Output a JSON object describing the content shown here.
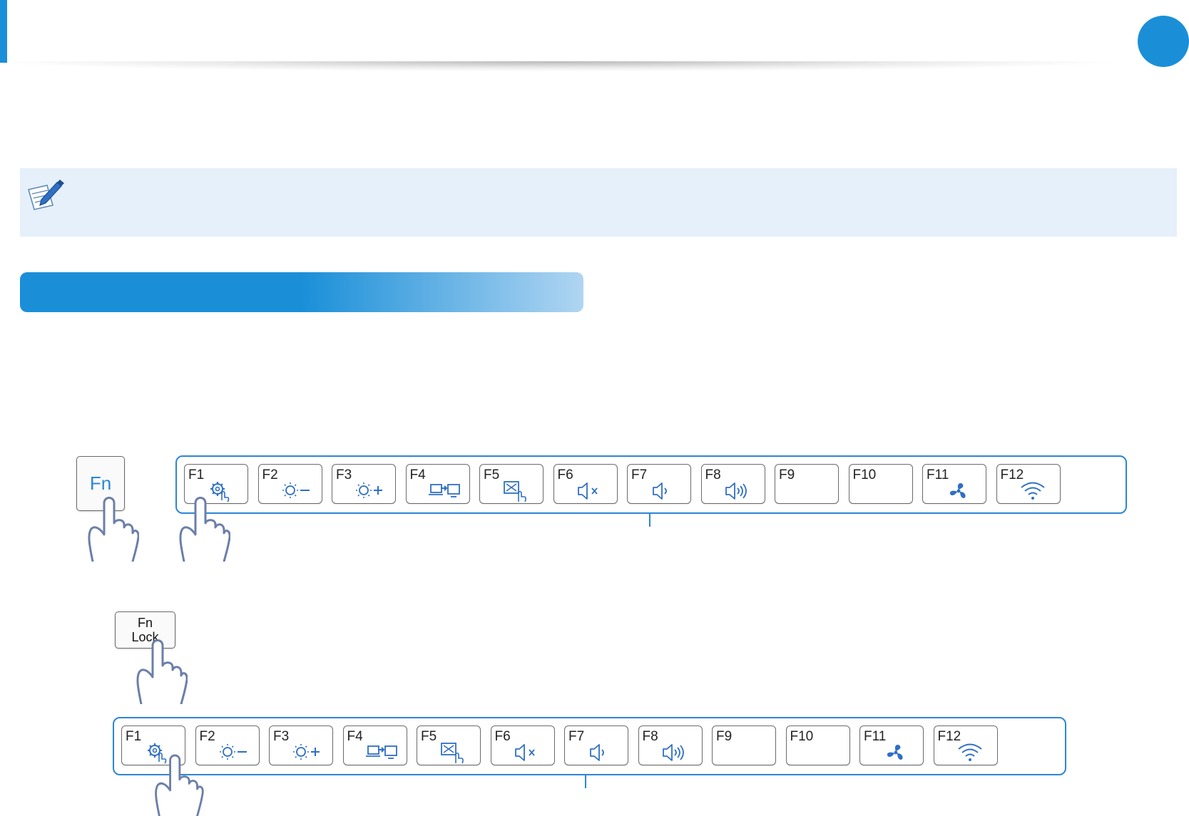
{
  "keys": {
    "fn_label": "Fn",
    "fn_lock_line1": "Fn",
    "fn_lock_line2": "Lock"
  },
  "function_keys": [
    {
      "label": "F1",
      "icon": "settings-touch-icon"
    },
    {
      "label": "F2",
      "icon": "brightness-down-icon"
    },
    {
      "label": "F3",
      "icon": "brightness-up-icon"
    },
    {
      "label": "F4",
      "icon": "display-switch-icon"
    },
    {
      "label": "F5",
      "icon": "touchpad-off-icon"
    },
    {
      "label": "F6",
      "icon": "mute-icon"
    },
    {
      "label": "F7",
      "icon": "volume-down-icon"
    },
    {
      "label": "F8",
      "icon": "volume-up-icon"
    },
    {
      "label": "F9",
      "icon": ""
    },
    {
      "label": "F10",
      "icon": ""
    },
    {
      "label": "F11",
      "icon": "fan-icon"
    },
    {
      "label": "F12",
      "icon": "wifi-icon"
    }
  ],
  "colors": {
    "accent": "#1a8fd8",
    "key_outline": "#2c86d6",
    "icon_blue": "#2f6fc4",
    "note_bg": "#e5f0fa",
    "hand_outline": "#6b7fa8"
  }
}
